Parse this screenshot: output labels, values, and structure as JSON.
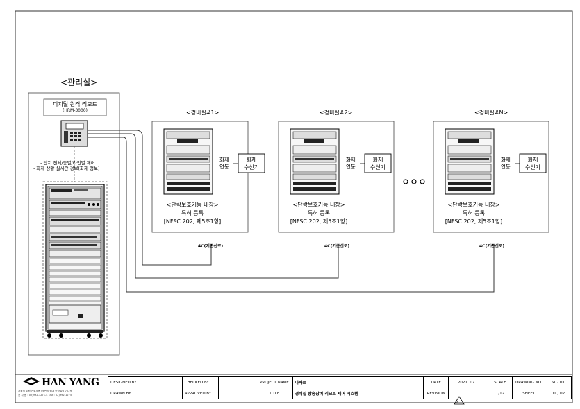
{
  "control_room": {
    "title": "<관리실>",
    "remote_name": "디지털 원격 리모트",
    "remote_model": "(HRM-3000)",
    "desc_line1": "- 단지 전체/동별/라인별 제어",
    "desc_line2": "- 화재 상황 실시간 경보(화재 정보)"
  },
  "guard_rooms": [
    {
      "title": "<경비실#1>",
      "fire_link": "화재 연동",
      "fire_link_line1": "화재",
      "fire_link_line2": "연동",
      "receiver_line1": "화재",
      "receiver_line2": "수신기",
      "feature": "<단락보호기능 내장>",
      "patent": "특허 등록",
      "nfsc": "[NFSC 202, 제5조1항]",
      "cable": "4C(기존선로)"
    },
    {
      "title": "<경비실#2>",
      "fire_link": "화재 연동",
      "fire_link_line1": "화재",
      "fire_link_line2": "연동",
      "receiver_line1": "화재",
      "receiver_line2": "수신기",
      "feature": "<단락보호기능 내장>",
      "patent": "특허 등록",
      "nfsc": "[NFSC 202, 제5조1항]",
      "cable": "4C(기존선로)"
    },
    {
      "title": "<경비실#N>",
      "fire_link": "화재 연동",
      "fire_link_line1": "화재",
      "fire_link_line2": "연동",
      "receiver_line1": "화재",
      "receiver_line2": "수신기",
      "feature": "<단락보호기능 내장>",
      "patent": "특허 등록",
      "nfsc": "[NFSC 202, 제5조1항]",
      "cable": "4C(기존선로)"
    }
  ],
  "title_block": {
    "company": "HAN YANG",
    "company_addr1": "서울시 노원구 월계동 06번지 월계 한양빌딩 702호",
    "company_addr2": "전 사 용 : 02)992-1271-4  FAX : 02)992-1275",
    "designed_by_label": "DESIGNED BY",
    "drawn_by_label": "DRAWN BY",
    "checked_by_label": "CHECKED BY",
    "approved_by_label": "APPROVED BY",
    "project_name_label": "PROJECT NAME",
    "project_name": "아파트",
    "title_label": "TITLE",
    "title": "경비실 방송장비 리모트 제어 시스템",
    "date_label": "DATE",
    "date": "2021. 07. .",
    "revision_label": "REVISION",
    "scale_label": "SCALE",
    "scale": "1/12",
    "drawing_no_label": "DRAWING NO.",
    "drawing_no": "SL - 01",
    "sheet_label": "SHEET",
    "sheet": "01 / 02"
  }
}
